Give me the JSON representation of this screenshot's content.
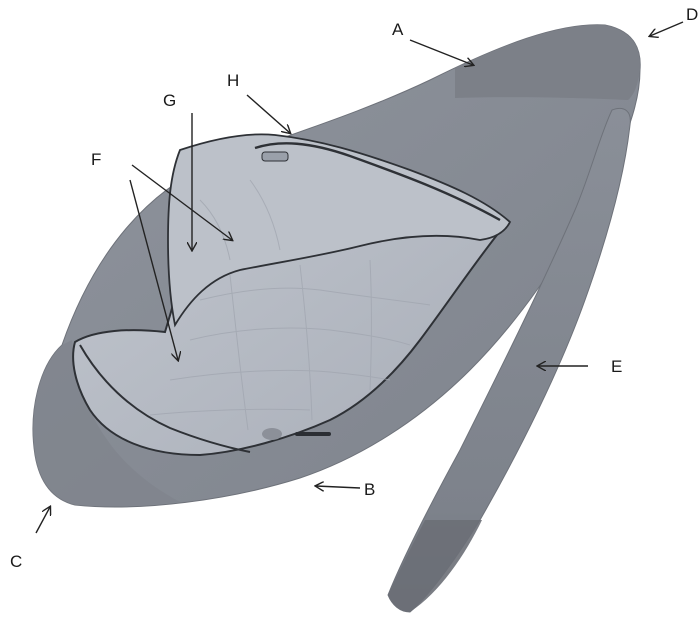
{
  "figure": {
    "description_hidden": "",
    "colors": {
      "shell_dark": "#7c7f86",
      "shell_mid": "#8e939c",
      "shell_light": "#a3a8b2",
      "lining": "#b9bec7",
      "lining_shadow": "#9ea3ad",
      "seam": "#2e3136",
      "background": "#ffffff"
    },
    "callouts": [
      {
        "id": "A",
        "label": "A"
      },
      {
        "id": "B",
        "label": "B"
      },
      {
        "id": "C",
        "label": "C"
      },
      {
        "id": "D",
        "label": "D"
      },
      {
        "id": "E",
        "label": "E"
      },
      {
        "id": "F",
        "label": "F"
      },
      {
        "id": "G",
        "label": "G"
      },
      {
        "id": "H",
        "label": "H"
      }
    ]
  }
}
